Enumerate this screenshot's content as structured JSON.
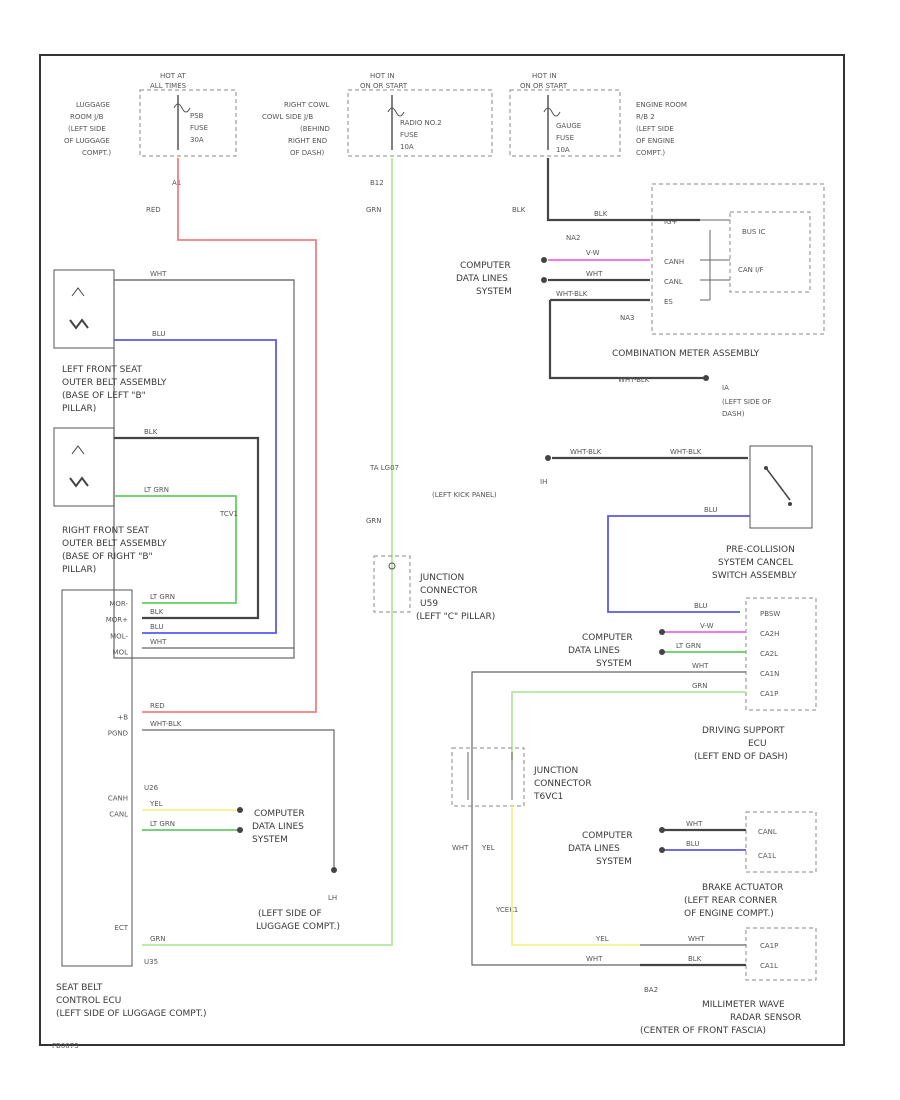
{
  "colors": {
    "red": "#f08080",
    "green": "#b5e6a0",
    "blue": "#5a5ae8",
    "magenta": "#ee66ee",
    "yellow": "#f4f090",
    "ltgreen": "#66cc66",
    "dark": "#444444",
    "grey": "#888888"
  },
  "top": {
    "hot_at_1": "HOT AT",
    "hot_at_2": "ALL TIMES",
    "hot_in1_1": "HOT IN",
    "hot_in1_2": "ON OR START",
    "hot_in2_1": "HOT IN",
    "hot_in2_2": "ON OR START",
    "fuse1": [
      "PSB",
      "FUSE",
      "30A"
    ],
    "fuse2": [
      "RADIO NO.2",
      "FUSE",
      "10A"
    ],
    "fuse3": [
      "GAUGE",
      "FUSE",
      "10A"
    ],
    "luggage_relay": [
      "LUGGAGE",
      "ROOM J/B",
      "(LEFT SIDE",
      "OF LUGGAGE",
      "COMPT.)"
    ],
    "right_cowl": [
      "RIGHT COWL",
      "COWL SIDE J/B",
      "(BEHIND",
      "RIGHT END",
      "OF DASH)"
    ],
    "engine_room": [
      "ENGINE ROOM",
      "R/B 2",
      "(LEFT SIDE",
      "OF ENGINE",
      "COMPT.)"
    ],
    "conn_a": "A1",
    "conn_b": "B12",
    "wire_red": "RED",
    "wire_grn": "GRN",
    "wire_blk": "BLK"
  },
  "combination_meter": {
    "title": "COMBINATION METER ASSEMBLY",
    "pins": [
      "IG+",
      "CANH",
      "CANL",
      "ES"
    ],
    "box_labels": [
      "BUS IC",
      "CAN I/F"
    ],
    "wires": [
      "BLK",
      "V-W",
      "WHT",
      "WHT-BLK"
    ],
    "splice": "NA2",
    "splice2": "NA3",
    "comp_lines": [
      "COMPUTER",
      "DATA LINES",
      "SYSTEM"
    ]
  },
  "ground_ia": {
    "wire": "WHT-BLK",
    "id": "IA",
    "loc": [
      "(LEFT SIDE OF",
      "DASH)"
    ]
  },
  "ground_ih": {
    "id": "IH",
    "loc": "(LEFT KICK PANEL)",
    "w1": "WHT-BLK",
    "w2": "WHT-BLK"
  },
  "left_belt": {
    "p1": "WHT",
    "p2": "BLU",
    "label": [
      "LEFT FRONT SEAT",
      "OUTER BELT ASSEMBLY",
      "(BASE OF LEFT \"B\"",
      "PILLAR)"
    ]
  },
  "right_belt": {
    "p1": "BLK",
    "p2": "LT GRN",
    "conn": "TCV1",
    "label": [
      "RIGHT FRONT SEAT",
      "OUTER BELT ASSEMBLY",
      "(BASE OF RIGHT \"B\"",
      "PILLAR)"
    ]
  },
  "seatbelt_ecu": {
    "pins": [
      "MOR-",
      "MOR+",
      "MOL-",
      "MOL",
      "",
      "",
      "",
      "+B",
      "PGND",
      "",
      "",
      "",
      "CANH",
      "CANL",
      "",
      "",
      "",
      "",
      "",
      "",
      "ECT"
    ],
    "wires": [
      "LT GRN",
      "BLK",
      "BLU",
      "WHT",
      "RED",
      "WHT-BLK",
      "YEL",
      "LT GRN",
      "GRN"
    ],
    "conn_top": "U26",
    "conn_bottom": "U35",
    "label": [
      "SEAT BELT",
      "CONTROL ECU",
      "(LEFT SIDE OF LUGGAGE COMPT.)"
    ],
    "comp_lines": [
      "COMPUTER",
      "DATA LINES",
      "SYSTEM"
    ]
  },
  "ground_lh": {
    "id": "LH",
    "loc": [
      "(LEFT SIDE OF",
      "LUGGAGE COMPT.)"
    ]
  },
  "junction_c": {
    "lines": [
      "JUNCTION",
      "CONNECTOR",
      "U59",
      "(LEFT \"C\" PILLAR)"
    ],
    "tag": "TA LG07",
    "wire": "GRN"
  },
  "pre_collision": {
    "wire": "BLU",
    "label": [
      "PRE-COLLISION",
      "SYSTEM CANCEL",
      "SWITCH ASSEMBLY"
    ]
  },
  "driving_support": {
    "pins": [
      "PBSW",
      "CA2H",
      "CA2L",
      "CA1N",
      "CA1P"
    ],
    "wires": [
      "BLU",
      "V-W",
      "LT GRN",
      "WHT",
      "GRN"
    ],
    "label": [
      "DRIVING SUPPORT",
      "ECU",
      "(LEFT END OF DASH)"
    ],
    "comp_lines": [
      "COMPUTER",
      "DATA LINES",
      "SYSTEM"
    ]
  },
  "junction_t": {
    "lines": [
      "JUNCTION",
      "CONNECTOR",
      "T6VC1"
    ],
    "w1": "WHT",
    "w2": "YEL",
    "conn": "YCEK1"
  },
  "brake_actuator": {
    "pins": [
      "CANL",
      "CA1L"
    ],
    "wires": [
      "WHT",
      "BLU"
    ],
    "label": [
      "BRAKE ACTUATOR",
      "(LEFT REAR CORNER",
      "OF ENGINE COMPT.)"
    ],
    "comp_lines": [
      "COMPUTER",
      "DATA LINES",
      "SYSTEM"
    ]
  },
  "radar": {
    "pins": [
      "CA1P",
      "CA1L"
    ],
    "wires": [
      "YEL",
      "WHT",
      "WHT",
      "BLK"
    ],
    "conn": "BA2",
    "label": [
      "MILLIMETER WAVE",
      "RADAR SENSOR",
      "(CENTER OF FRONT FASCIA)"
    ]
  },
  "footer": {
    "code": "FB0073"
  }
}
